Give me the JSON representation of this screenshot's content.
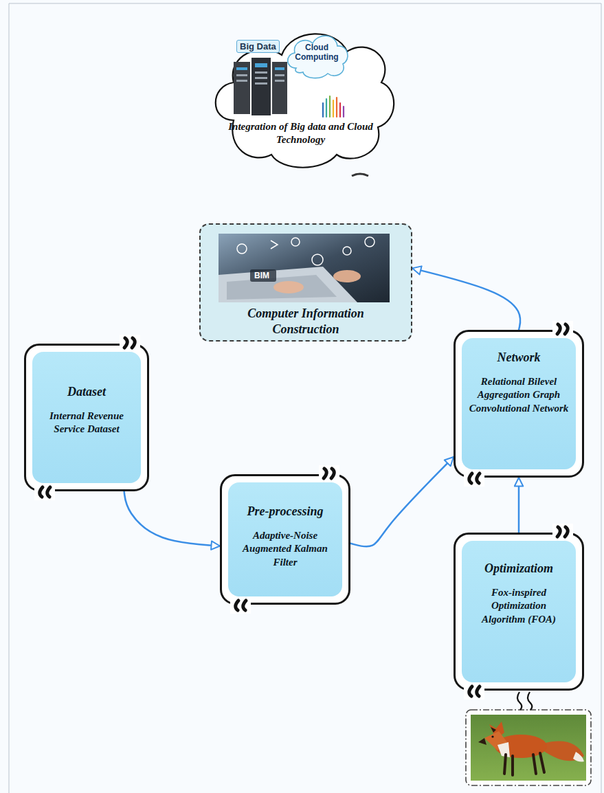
{
  "diagram": {
    "nodes": [
      {
        "text": [
          "Big Data",
          "Integration of Big data and Cloud Technology"
        ]
      },
      {
        "text": [
          "Cloud Computing"
        ],
        "in": 0
      },
      {
        "text": [
          "Computer Information Construction"
        ]
      },
      {
        "text": [
          "Dataset",
          "Internal Revenue Service Dataset"
        ]
      },
      {
        "text": [
          "Pre-processing",
          "Adaptive-Noise Augmented Kalman Filter"
        ]
      },
      {
        "text": [
          "Network",
          "Relational Bilevel Aggregation Graph Convolutional Network"
        ]
      },
      {
        "text": [
          "Optimizatiom",
          "Fox-inspired Optimization Algorithm (FOA)"
        ]
      }
    ],
    "edges": [
      {
        "from": 3,
        "to": 4,
        "arrow": "to"
      },
      {
        "from": 4,
        "to": 5,
        "arrow": "to"
      },
      {
        "from": 6,
        "to": 5,
        "arrow": "to"
      },
      {
        "from": 5,
        "to": 2,
        "arrow": "to"
      }
    ],
    "labels": [
      "BIM"
    ]
  }
}
